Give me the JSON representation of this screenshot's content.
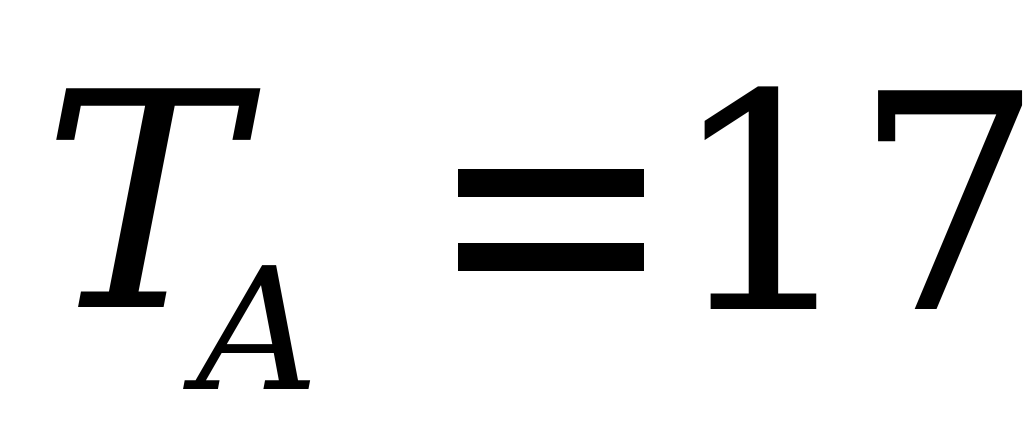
{
  "formula": {
    "variable": "T",
    "subscript": "A",
    "operator": "=",
    "value": "17"
  }
}
